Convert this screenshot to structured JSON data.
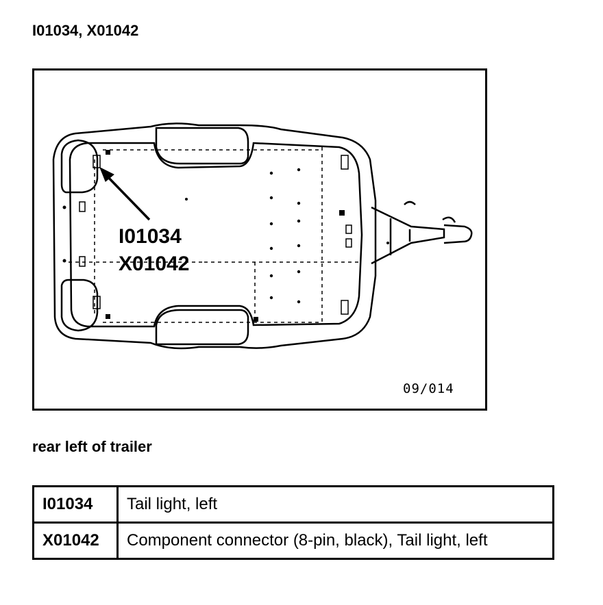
{
  "page": {
    "title": "I01034, X01042",
    "caption": "rear left of trailer"
  },
  "figure": {
    "callout_component": "I01034",
    "callout_connector": "X01042",
    "figure_code": "09/014"
  },
  "legend": {
    "rows": [
      {
        "code": "I01034",
        "description": "Tail light, left"
      },
      {
        "code": "X01042",
        "description": "Component connector (8-pin, black), Tail light, left"
      }
    ]
  }
}
